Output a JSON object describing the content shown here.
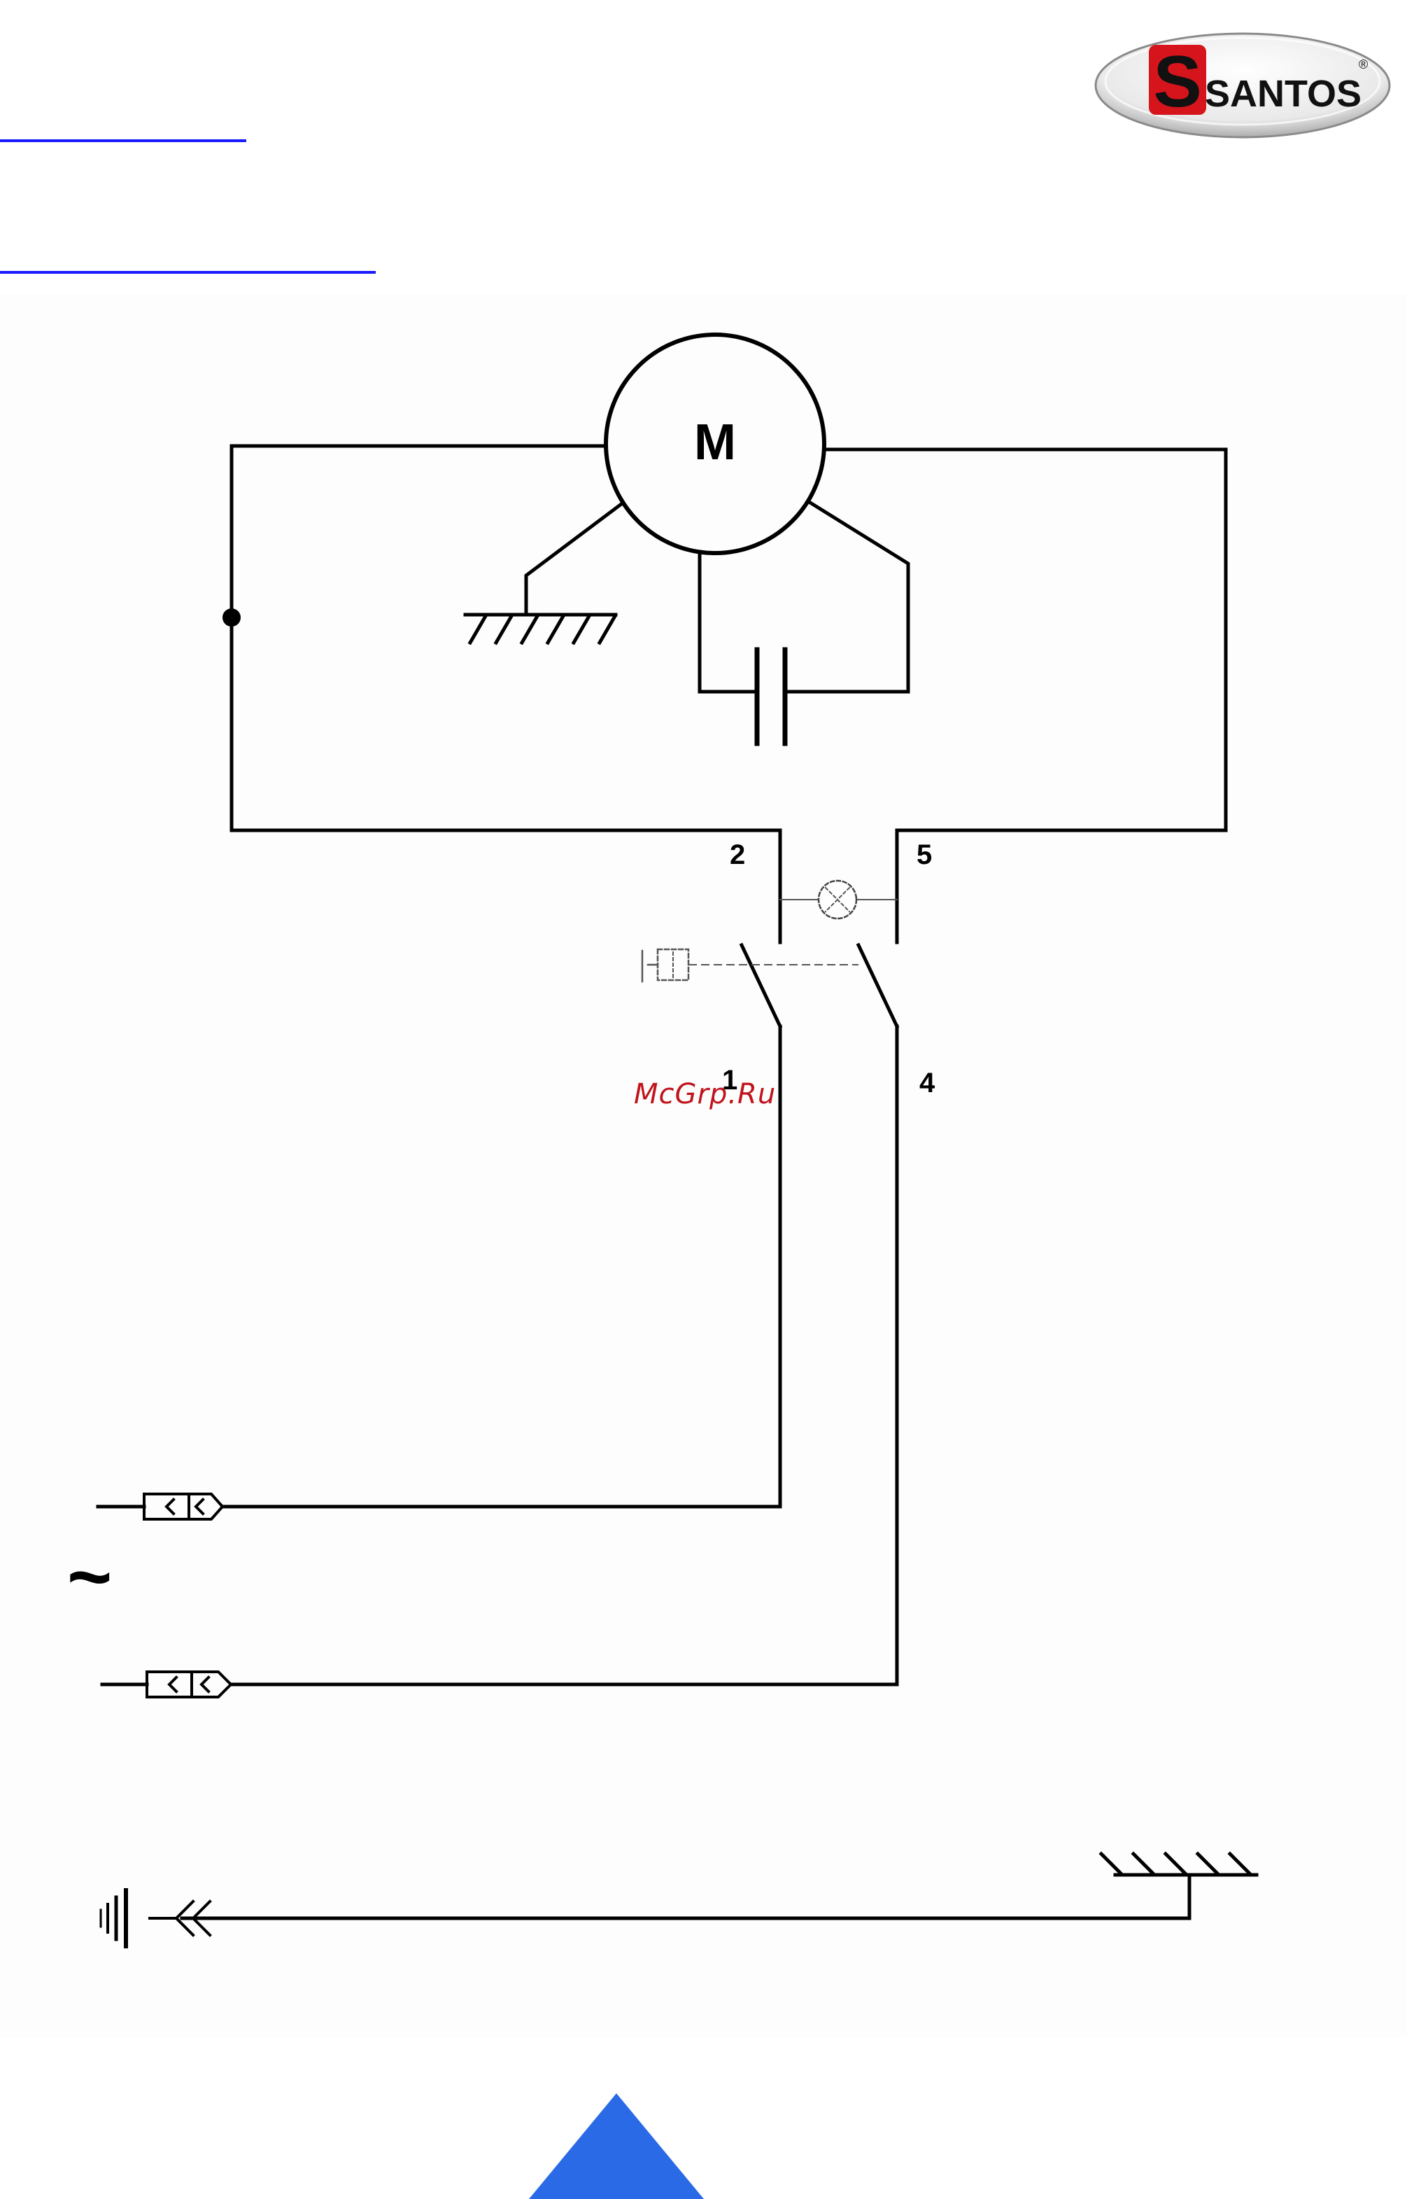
{
  "header": {
    "brand": "SANTOS",
    "logo_mark": "S",
    "registered_mark": "®"
  },
  "diagram": {
    "motor_label": "M",
    "terminals": [
      "2",
      "5",
      "1",
      "4"
    ],
    "ac_symbol": "~"
  },
  "watermark": "McGrp.Ru",
  "colors": {
    "link_blue": "#1a1aff",
    "logo_red": "#d6141c",
    "nav_arrow_blue": "#2a6ae6",
    "watermark_red": "#c0141c"
  },
  "icons": {
    "logo": "santos-logo",
    "nav": "scroll-up-triangle-icon"
  }
}
